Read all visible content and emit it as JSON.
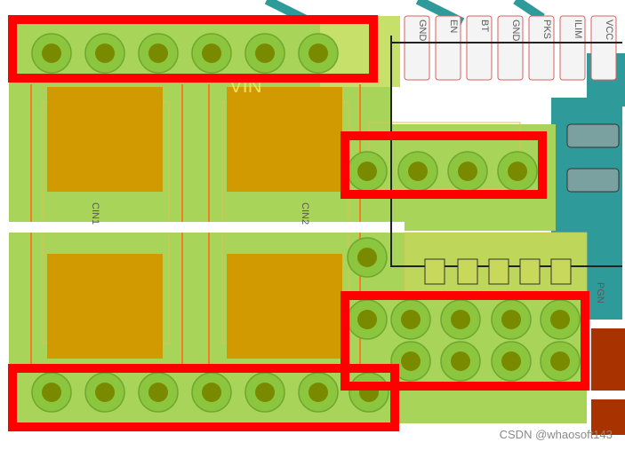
{
  "net_label": "VIN",
  "capacitors": [
    {
      "designator": "CIN1"
    },
    {
      "designator": "CIN2"
    }
  ],
  "header_pins": [
    "GND",
    "EN",
    "BT",
    "GND",
    "PKS",
    "ILIM",
    "VCC"
  ],
  "side_label": "PGN",
  "watermark": "CSDN @whaosoft143",
  "colors": {
    "copper_pour": "#a8d45a",
    "pad": "#d19a00",
    "via_ring": "#8cc63f",
    "via_hole": "#7a8a00",
    "highlight": "#ff0000",
    "trace_teal": "#2e9a9a",
    "silkscreen": "#e8e87a"
  }
}
